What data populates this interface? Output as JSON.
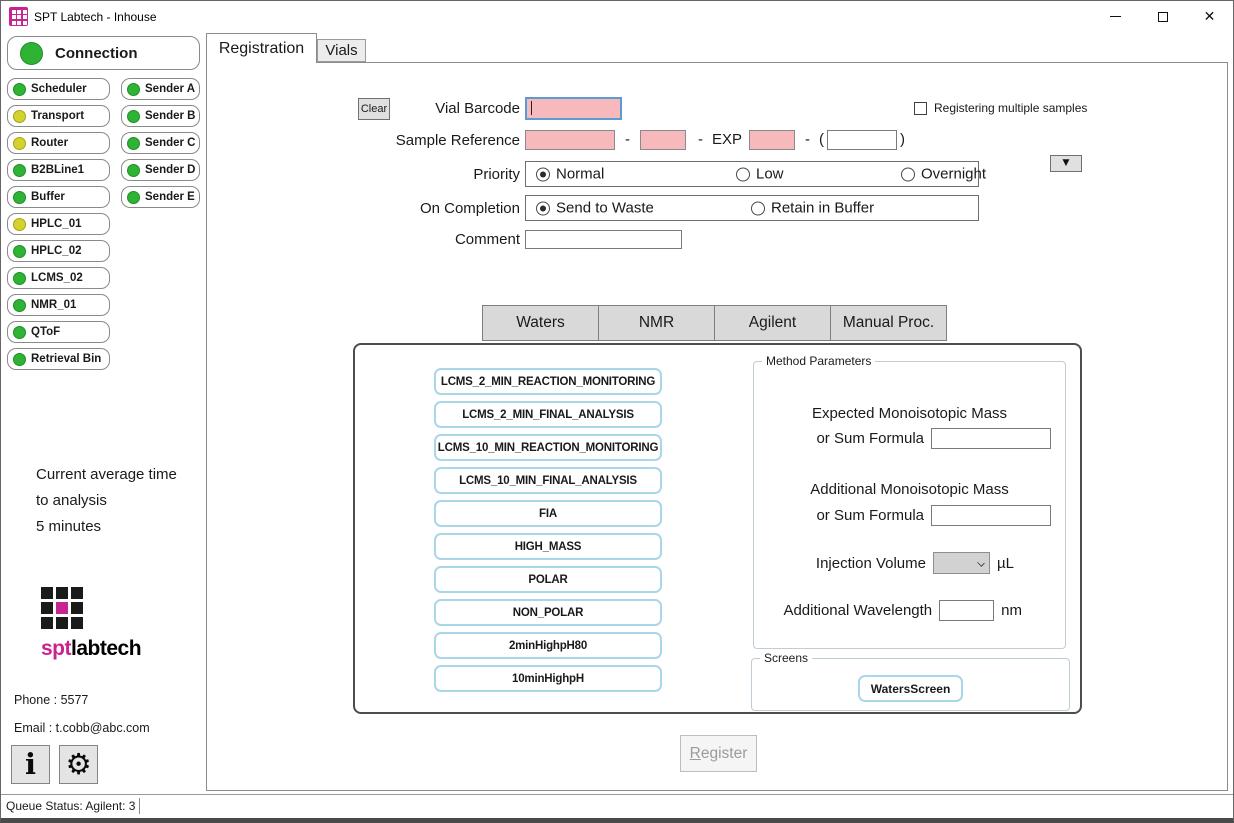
{
  "window": {
    "title": "SPT Labtech - Inhouse"
  },
  "icons": {
    "app": "grid-logo-icon",
    "close": "✕",
    "dropdown_arrow": "▼",
    "info": "ℹ",
    "gear": "⚙"
  },
  "tabs": {
    "registration": "Registration",
    "vials": "Vials"
  },
  "sidebar": {
    "connection": {
      "label": "Connection",
      "status": "green"
    },
    "devices": [
      {
        "label": "Scheduler",
        "status": "green"
      },
      {
        "label": "Transport",
        "status": "yellow"
      },
      {
        "label": "Router",
        "status": "yellow"
      },
      {
        "label": "B2BLine1",
        "status": "green"
      },
      {
        "label": "Buffer",
        "status": "green"
      },
      {
        "label": "HPLC_01",
        "status": "yellow"
      },
      {
        "label": "HPLC_02",
        "status": "green"
      },
      {
        "label": "LCMS_02",
        "status": "green"
      },
      {
        "label": "NMR_01",
        "status": "green"
      },
      {
        "label": "QToF",
        "status": "green"
      },
      {
        "label": "Retrieval Bin",
        "status": "green"
      }
    ],
    "senders": [
      {
        "label": "Sender A",
        "status": "green"
      },
      {
        "label": "Sender B",
        "status": "green"
      },
      {
        "label": "Sender C",
        "status": "green"
      },
      {
        "label": "Sender D",
        "status": "green"
      },
      {
        "label": "Sender E",
        "status": "green"
      }
    ],
    "average_time_lines": [
      "Current average time",
      "to analysis",
      "5 minutes"
    ],
    "logo": {
      "spt": "spt",
      "labtech": "labtech"
    },
    "phone": "Phone : 5577",
    "email": "Email : t.cobb@abc.com"
  },
  "form": {
    "clear_button": "Clear",
    "vial_barcode_label": "Vial Barcode",
    "vial_barcode_value": "",
    "registering_multiple_label": "Registering multiple samples",
    "registering_multiple_checked": false,
    "sample_reference_label": "Sample Reference",
    "separator": "-",
    "exp_label": "EXP",
    "paren_open": "(",
    "paren_close": ")",
    "priority_label": "Priority",
    "priority_options": [
      "Normal",
      "Low",
      "Overnight"
    ],
    "priority_selected": "Normal",
    "on_completion_label": "On Completion",
    "on_completion_options": [
      "Send to Waste",
      "Retain in Buffer"
    ],
    "on_completion_selected": "Send to Waste",
    "comment_label": "Comment",
    "comment_value": ""
  },
  "instrument_tabs": [
    "Waters",
    "NMR",
    "Agilent",
    "Manual Proc."
  ],
  "methods": [
    "LCMS_2_MIN_REACTION_MONITORING",
    "LCMS_2_MIN_FINAL_ANALYSIS",
    "LCMS_10_MIN_REACTION_MONITORING",
    "LCMS_10_MIN_FINAL_ANALYSIS",
    "FIA",
    "HIGH_MASS",
    "POLAR",
    "NON_POLAR",
    "2minHighpH80",
    "10minHighpH"
  ],
  "method_parameters": {
    "legend": "Method Parameters",
    "expected_mass_label": "Expected Monoisotopic Mass",
    "or_sum_formula_label": "or Sum Formula",
    "additional_mass_label": "Additional Monoisotopic Mass",
    "injection_volume_label": "Injection Volume",
    "injection_volume_value": "",
    "injection_volume_unit": "µL",
    "additional_wavelength_label": "Additional Wavelength",
    "additional_wavelength_value": "",
    "additional_wavelength_unit": "nm"
  },
  "screens": {
    "legend": "Screens",
    "buttons": [
      "WatersScreen"
    ]
  },
  "register_label": "Register",
  "status_bar": {
    "text": "Queue Status: Agilent: 3"
  },
  "colors": {
    "status_green": "#2eb334",
    "status_yellow": "#d3d32e",
    "brand_magenta": "#c9238f",
    "field_pink": "#f7b9bc",
    "focus_blue": "#5b9bd5",
    "method_border_blue": "#a9d6e8"
  }
}
